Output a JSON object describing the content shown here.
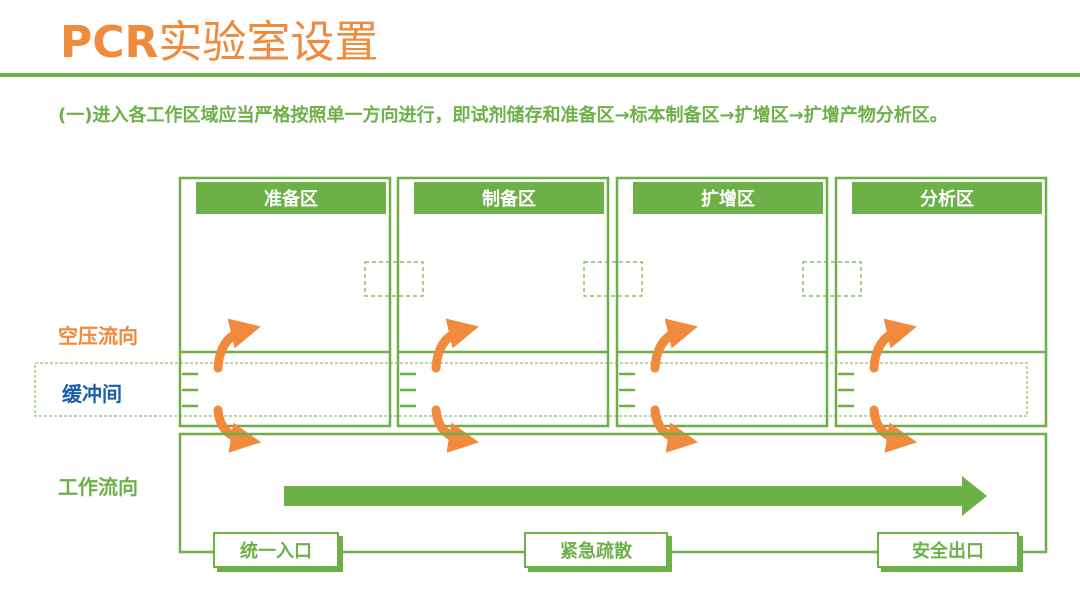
{
  "header": {
    "title_latin": "PCR",
    "title_cn": "实验室设置"
  },
  "intro": {
    "text": "(一)进入各工作区域应当严格按照单一方向进行，即试剂储存和准备区→标本制备区→扩增区→扩增产物分析区。"
  },
  "rooms": [
    {
      "label": "准备区"
    },
    {
      "label": "制备区"
    },
    {
      "label": "扩增区"
    },
    {
      "label": "分析区"
    }
  ],
  "side_labels": {
    "air_flow": "空压流向",
    "buffer": "缓冲间",
    "work_flow": "工作流向"
  },
  "doors": {
    "entrance": "统一入口",
    "emergency": "紧急疏散",
    "exit": "安全出口"
  },
  "colors": {
    "green": "#6db048",
    "orange": "#f08a3c",
    "blue": "#1a5fa8"
  }
}
